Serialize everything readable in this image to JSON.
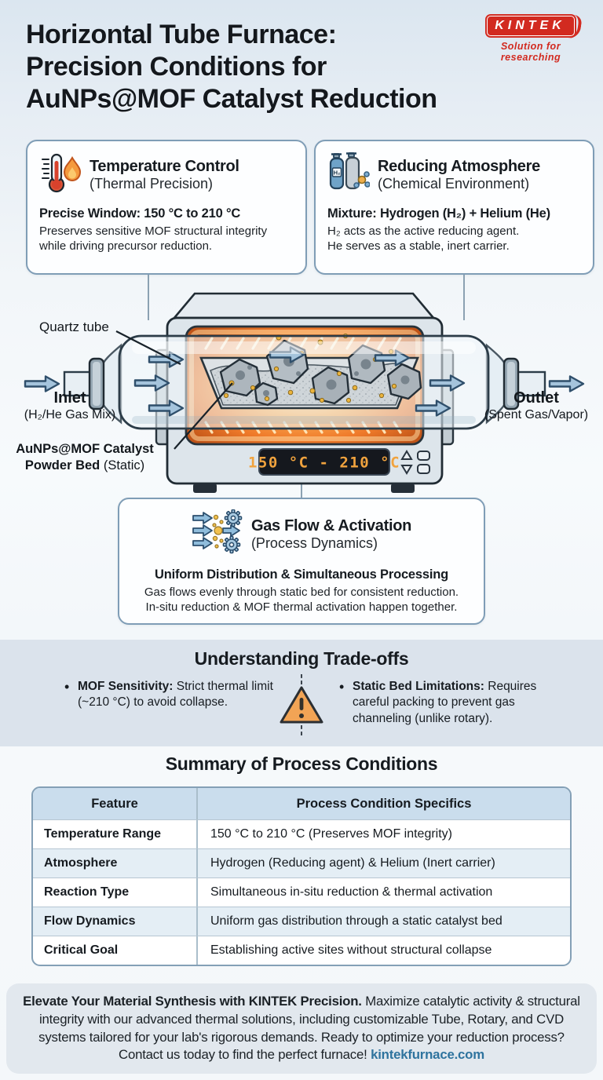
{
  "header": {
    "title_lines": [
      "Horizontal Tube Furnace:",
      "Precision Conditions for",
      "AuNPs@MOF Catalyst Reduction"
    ],
    "logo": {
      "brand": "KINTEK",
      "tagline": "Solution for researching"
    }
  },
  "cards": {
    "temperature": {
      "title": "Temperature Control",
      "subtitle": "(Thermal Precision)",
      "highlight": "Precise Window: 150 °C to 210 °C",
      "body": "Preserves sensitive MOF structural integrity while driving precursor reduction."
    },
    "atmosphere": {
      "title": "Reducing Atmosphere",
      "subtitle": "(Chemical Environment)",
      "highlight": "Mixture: Hydrogen (H₂) + Helium (He)",
      "body_line1": "H₂ acts as the active reducing agent.",
      "body_line2": "He serves as a stable, inert carrier."
    },
    "gasflow": {
      "title": "Gas Flow & Activation",
      "subtitle": "(Process Dynamics)",
      "highlight": "Uniform Distribution & Simultaneous Processing",
      "body_line1": "Gas flows evenly through static bed for consistent reduction.",
      "body_line2": "In-situ reduction & MOF thermal activation happen together."
    }
  },
  "diagram": {
    "quartz_label": "Quartz tube",
    "inlet_title": "Inlet",
    "inlet_sub": "(H₂/He Gas Mix)",
    "outlet_title": "Outlet",
    "outlet_sub": "(Spent Gas/Vapor)",
    "catalyst_line1": "AuNPs@MOF Catalyst",
    "catalyst_line2_bold": "Powder Bed",
    "catalyst_line2_normal": "(Static)",
    "display_value": "150 °C - 210 °C"
  },
  "tradeoffs": {
    "title": "Understanding Trade-offs",
    "items": [
      {
        "label": "MOF Sensitivity:",
        "text": "Strict thermal limit (~210 °C) to avoid collapse."
      },
      {
        "label": "Static Bed Limitations:",
        "text": "Requires careful packing to prevent gas channeling (unlike rotary)."
      }
    ]
  },
  "summary": {
    "title": "Summary of Process Conditions",
    "columns": [
      "Feature",
      "Process Condition Specifics"
    ],
    "rows": [
      {
        "feature": "Temperature Range",
        "value": "150 °C to 210 °C (Preserves MOF integrity)"
      },
      {
        "feature": "Atmosphere",
        "value": "Hydrogen (Reducing agent) & Helium (Inert carrier)"
      },
      {
        "feature": "Reaction Type",
        "value": "Simultaneous in-situ reduction & thermal activation"
      },
      {
        "feature": "Flow Dynamics",
        "value": "Uniform gas distribution through a static catalyst bed"
      },
      {
        "feature": "Critical Goal",
        "value": "Establishing active sites without structural collapse"
      }
    ]
  },
  "cta": {
    "intro_bold": "Elevate Your Material Synthesis with KINTEK Precision.",
    "body": " Maximize catalytic activity & structural integrity with our advanced thermal solutions, including customizable Tube, Rotary, and CVD systems tailored for your lab's rigorous demands. Ready to optimize your reduction process? Contact us today to find the perfect furnace! ",
    "link": "kintekfurnace.com"
  },
  "colors": {
    "brand_red": "#d22a20",
    "link_blue": "#2e739e",
    "glow_orange": "#ef7a2a",
    "display_digits": "#f1a33e"
  }
}
